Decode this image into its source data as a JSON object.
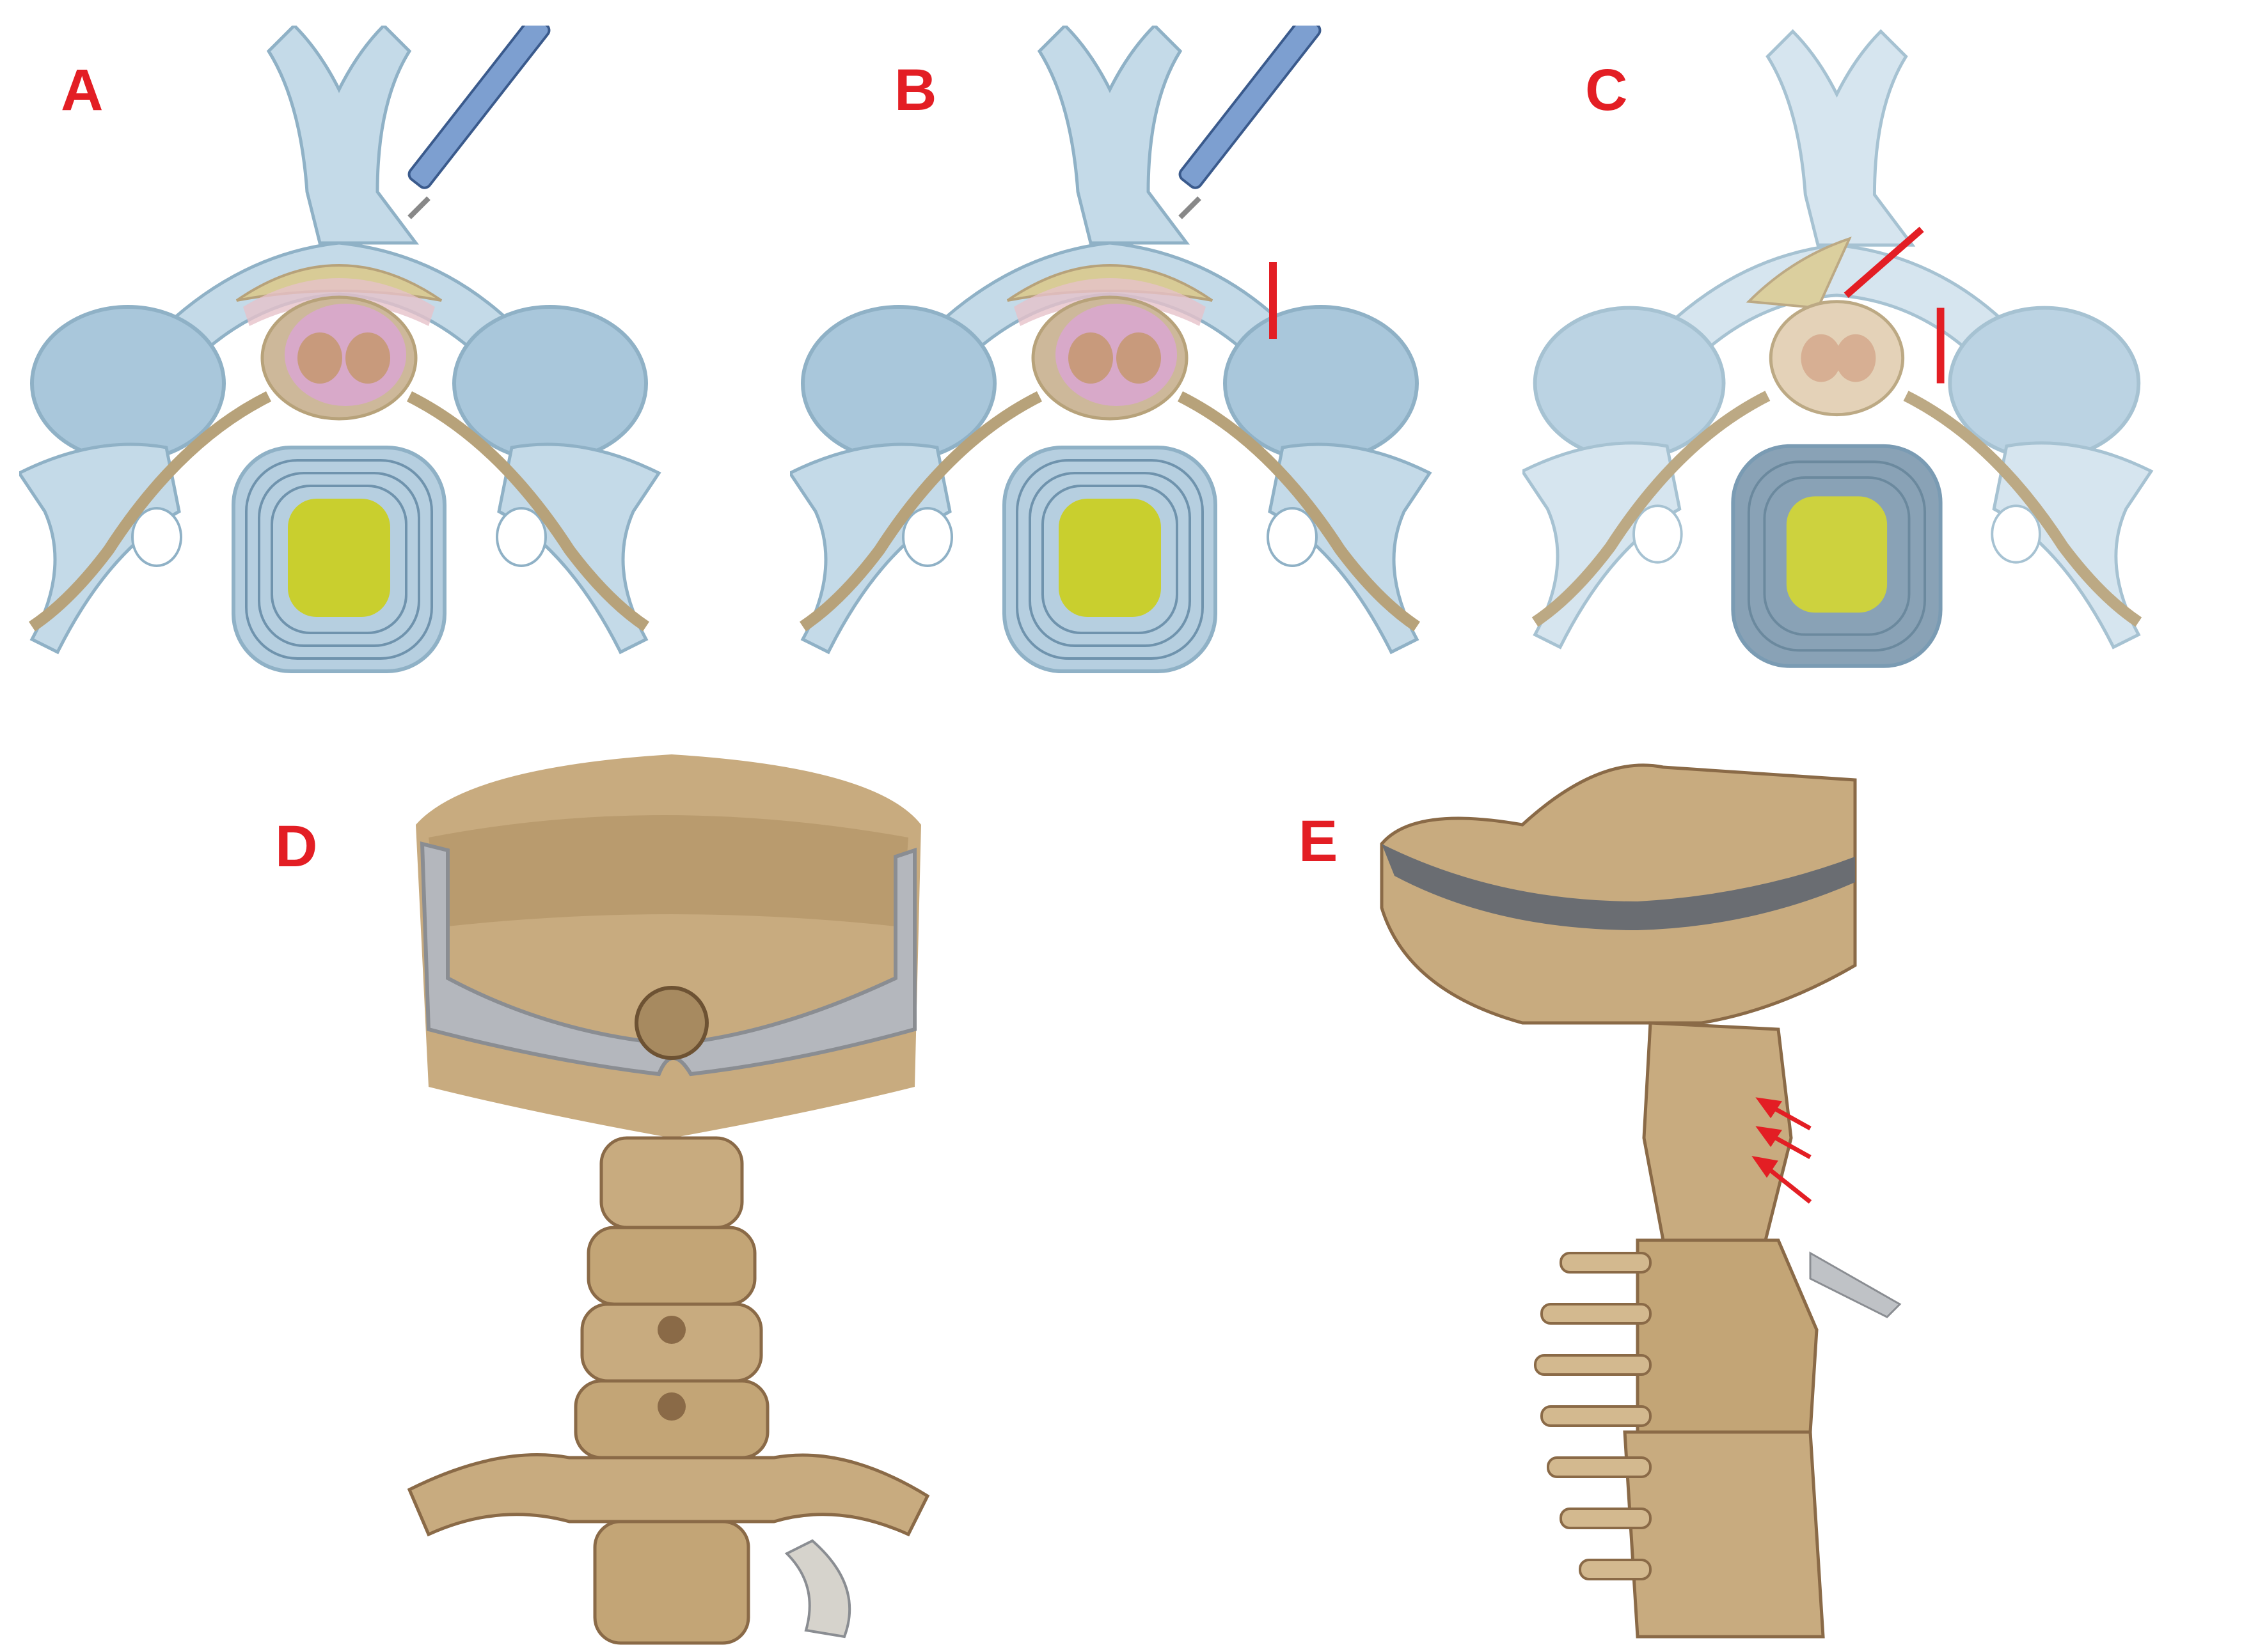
{
  "panels": [
    {
      "id": "A",
      "label": "A"
    },
    {
      "id": "B",
      "label": "B"
    },
    {
      "id": "C",
      "label": "C"
    },
    {
      "id": "D",
      "label": "D"
    },
    {
      "id": "E",
      "label": "E"
    }
  ],
  "colors": {
    "label_red": "#e31e24",
    "bone": "#bfd6e4",
    "bone_edge": "#8fb1c6",
    "disc_ring": "#6f93ad",
    "nucleus": "#c9cf2e",
    "ligament": "#d8cb96",
    "cord": "#d8a9c9",
    "nerve": "#b7a27a",
    "instrument": "#7d9fd0",
    "ct_bone": "#c8ab7f",
    "ct_shadow": "#8a6a47"
  },
  "icons": [
    "drill-instrument-icon",
    "red-cut-line-icon",
    "red-arrow-icon"
  ]
}
